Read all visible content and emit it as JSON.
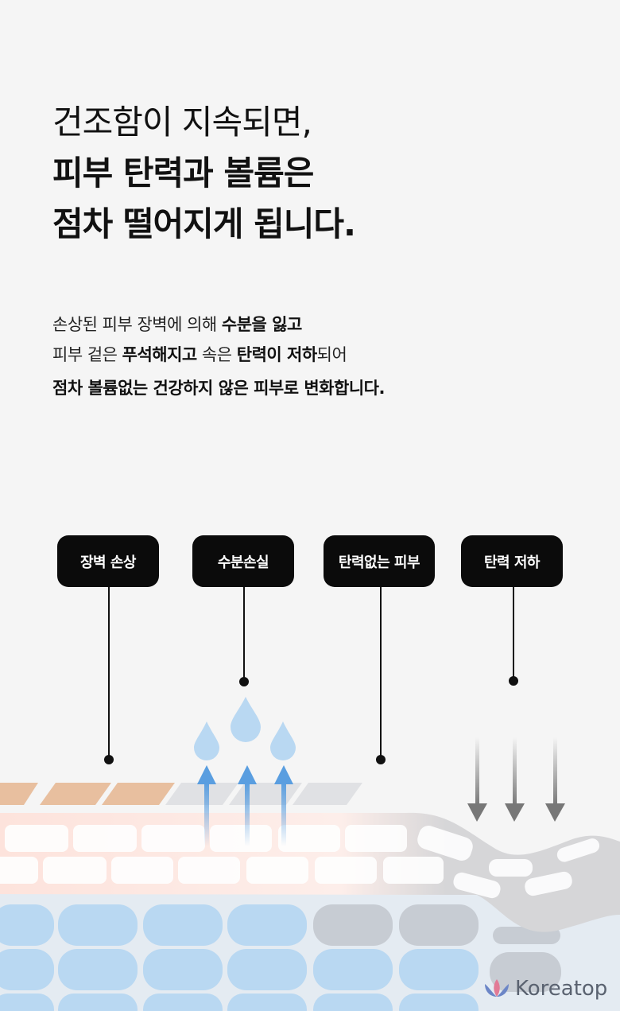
{
  "headline": {
    "line1": "건조함이 지속되면,",
    "line2": "피부 탄력과 볼륨은",
    "line3": "점차 떨어지게 됩니다."
  },
  "body": {
    "line1": [
      {
        "t": "손상된 피부 장벽에 의해 ",
        "b": false
      },
      {
        "t": "수분을 잃고",
        "b": true
      }
    ],
    "line2": [
      {
        "t": "피부 겉은 ",
        "b": false
      },
      {
        "t": "푸석해지고",
        "b": true
      },
      {
        "t": " 속은 ",
        "b": false
      },
      {
        "t": "탄력이 저하",
        "b": true
      },
      {
        "t": "되어",
        "b": false
      }
    ],
    "line3": [
      {
        "t": "점차 볼륨없는 건강하지 않은 피부로 변화합니다.",
        "b": true
      }
    ]
  },
  "labels": [
    "장벽 손상",
    "수분손실",
    "탄력없는 피부",
    "탄력 저하"
  ],
  "watermark": "Koreatop",
  "colors": {
    "background": "#f5f5f5",
    "label_bg": "#0b0b0b",
    "water": "#b9d8f2",
    "arrow_up": "#5a9ee0",
    "barrier": "#e8bf9f",
    "gray": "#c9cbcf"
  }
}
